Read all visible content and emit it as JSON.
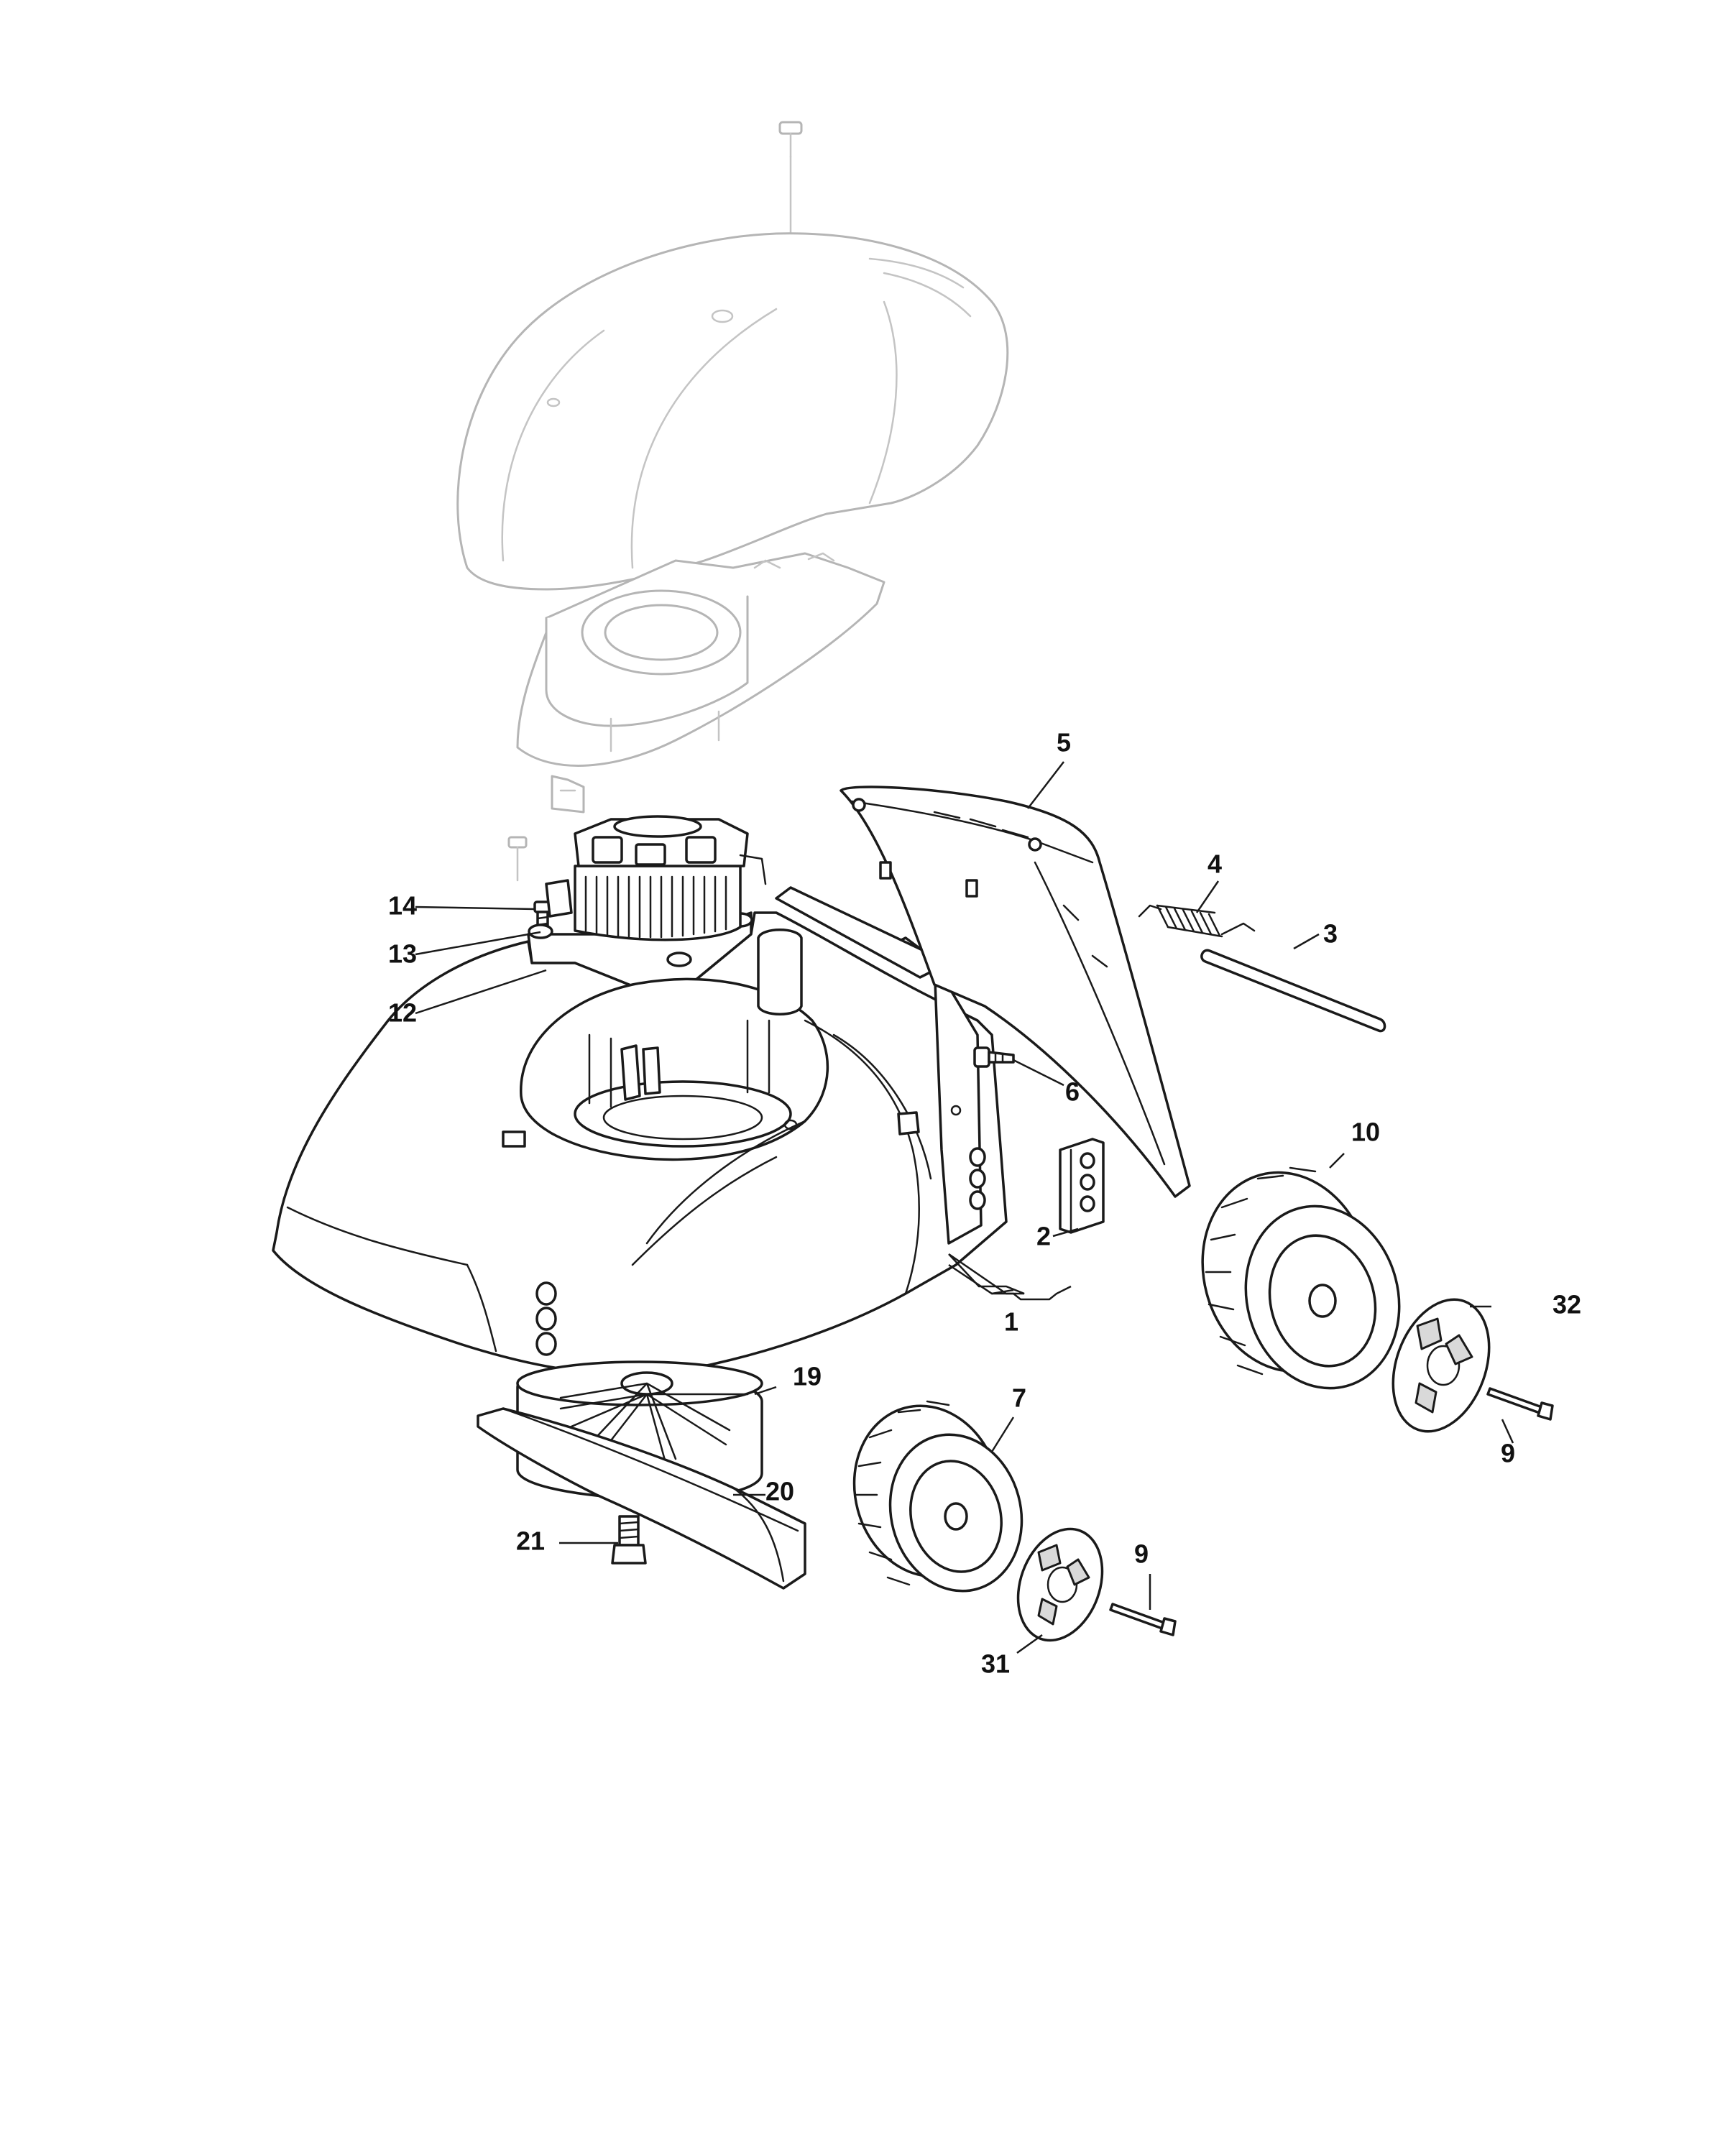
{
  "callouts": {
    "c1": "1",
    "c2": "2",
    "c3": "3",
    "c4": "4",
    "c5": "5",
    "c6": "6",
    "c7": "7",
    "c9a": "9",
    "c9b": "9",
    "c10": "10",
    "c12": "12",
    "c13": "13",
    "c14": "14",
    "c19": "19",
    "c20": "20",
    "c21": "21",
    "c31": "31",
    "c32": "32"
  }
}
